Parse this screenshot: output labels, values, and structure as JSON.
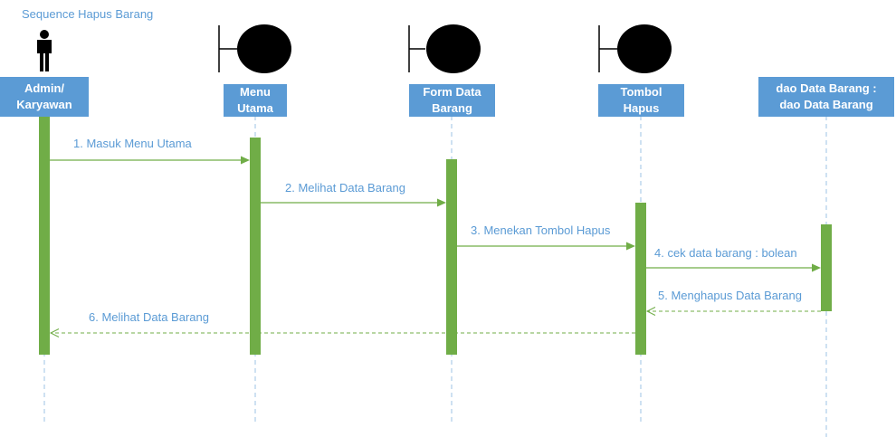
{
  "diagram": {
    "title": "Sequence Hapus Barang",
    "participants": [
      {
        "id": "admin",
        "label": "Admin/\nKaryawan",
        "kind": "actor"
      },
      {
        "id": "menu",
        "label": "Menu\nUtama",
        "kind": "boundary"
      },
      {
        "id": "form",
        "label": "Form Data\nBarang",
        "kind": "boundary"
      },
      {
        "id": "tombol",
        "label": "Tombol\nHapus",
        "kind": "boundary"
      },
      {
        "id": "dao",
        "label": "dao Data Barang :\ndao Data Barang",
        "kind": "entity"
      }
    ],
    "messages": [
      {
        "label": "1. Masuk Menu Utama",
        "from": "admin",
        "to": "menu",
        "type": "sync"
      },
      {
        "label": "2. Melihat Data Barang",
        "from": "menu",
        "to": "form",
        "type": "sync"
      },
      {
        "label": "3. Menekan Tombol Hapus",
        "from": "form",
        "to": "tombol",
        "type": "sync"
      },
      {
        "label": "4. cek data barang : bolean",
        "from": "tombol",
        "to": "dao",
        "type": "sync"
      },
      {
        "label": "5. Menghapus Data Barang",
        "from": "dao",
        "to": "tombol",
        "type": "return"
      },
      {
        "label": "6. Melihat Data Barang",
        "from": "tombol",
        "to": "admin",
        "type": "return"
      }
    ],
    "colors": {
      "participant_fill": "#5b9bd5",
      "participant_text": "#ffffff",
      "lifeline": "#9dc3e6",
      "activation": "#70ad47",
      "message_line": "#70ad47",
      "label_text": "#5b9bd5",
      "icon": "#000000"
    }
  }
}
